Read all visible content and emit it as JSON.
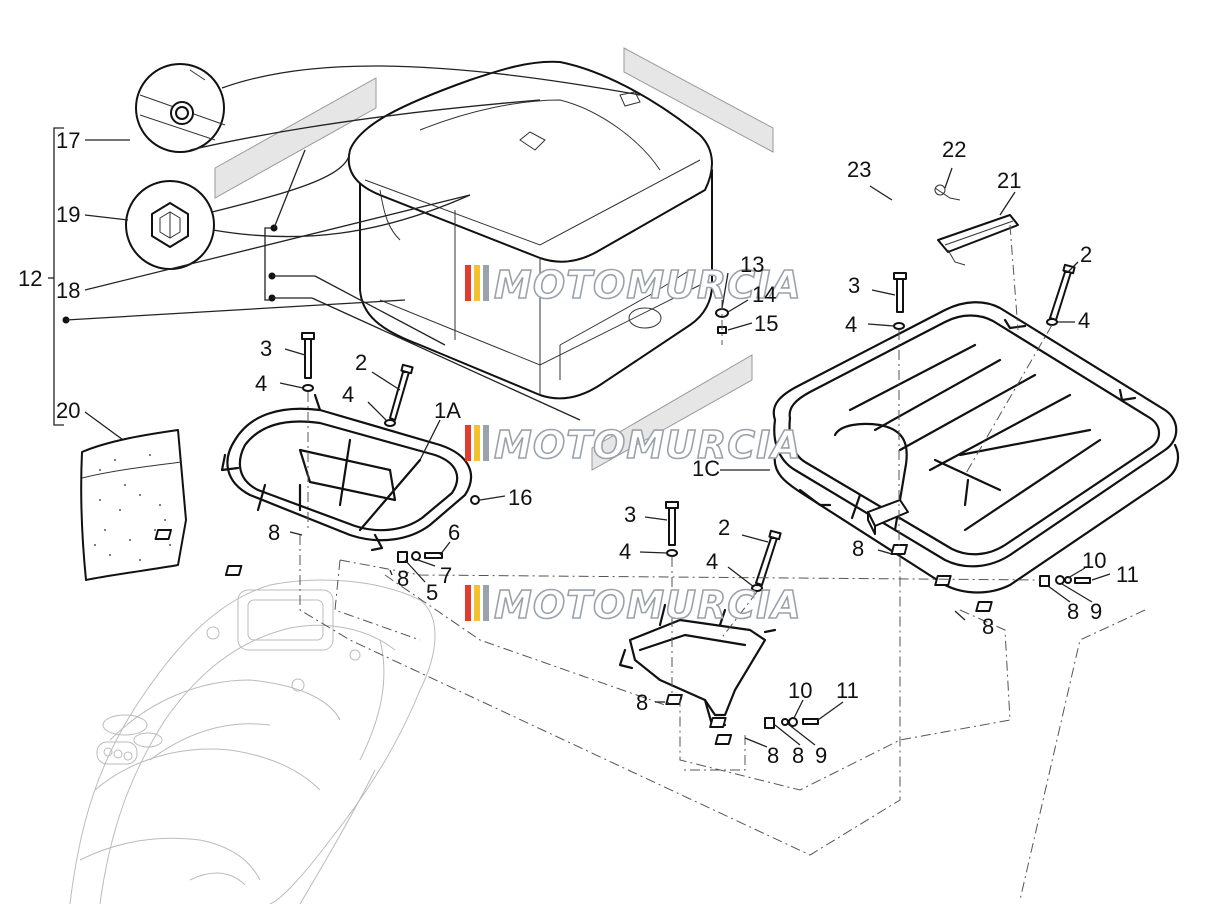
{
  "labels": {
    "l17": "17",
    "l19": "19",
    "l12": "12",
    "l18": "18",
    "l20": "20",
    "l3a": "3",
    "l4a": "4",
    "l2a": "2",
    "l4b": "4",
    "l1A": "1A",
    "l16": "16",
    "l8a": "8",
    "l6": "6",
    "l7": "7",
    "l8b": "8",
    "l5": "5",
    "l13": "13",
    "l14": "14",
    "l15": "15",
    "l23": "23",
    "l22": "22",
    "l21": "21",
    "l3b": "3",
    "l2b": "2",
    "l4c": "4",
    "l4d": "4",
    "l1C": "1C",
    "l8c": "8",
    "l10a": "10",
    "l11a": "11",
    "l8d": "8",
    "l9a": "9",
    "l8e": "8",
    "l3c": "3",
    "l4e": "4",
    "l2c": "2",
    "l4f": "4",
    "l8f": "8",
    "l10b": "10",
    "l11b": "11",
    "l8g": "8",
    "l8h": "8",
    "l9b": "9"
  },
  "watermark": "MOTOMURCIA",
  "colors": {
    "watermark_bars": [
      "#e23b2f",
      "#f2c230",
      "#9aa3ad"
    ]
  }
}
